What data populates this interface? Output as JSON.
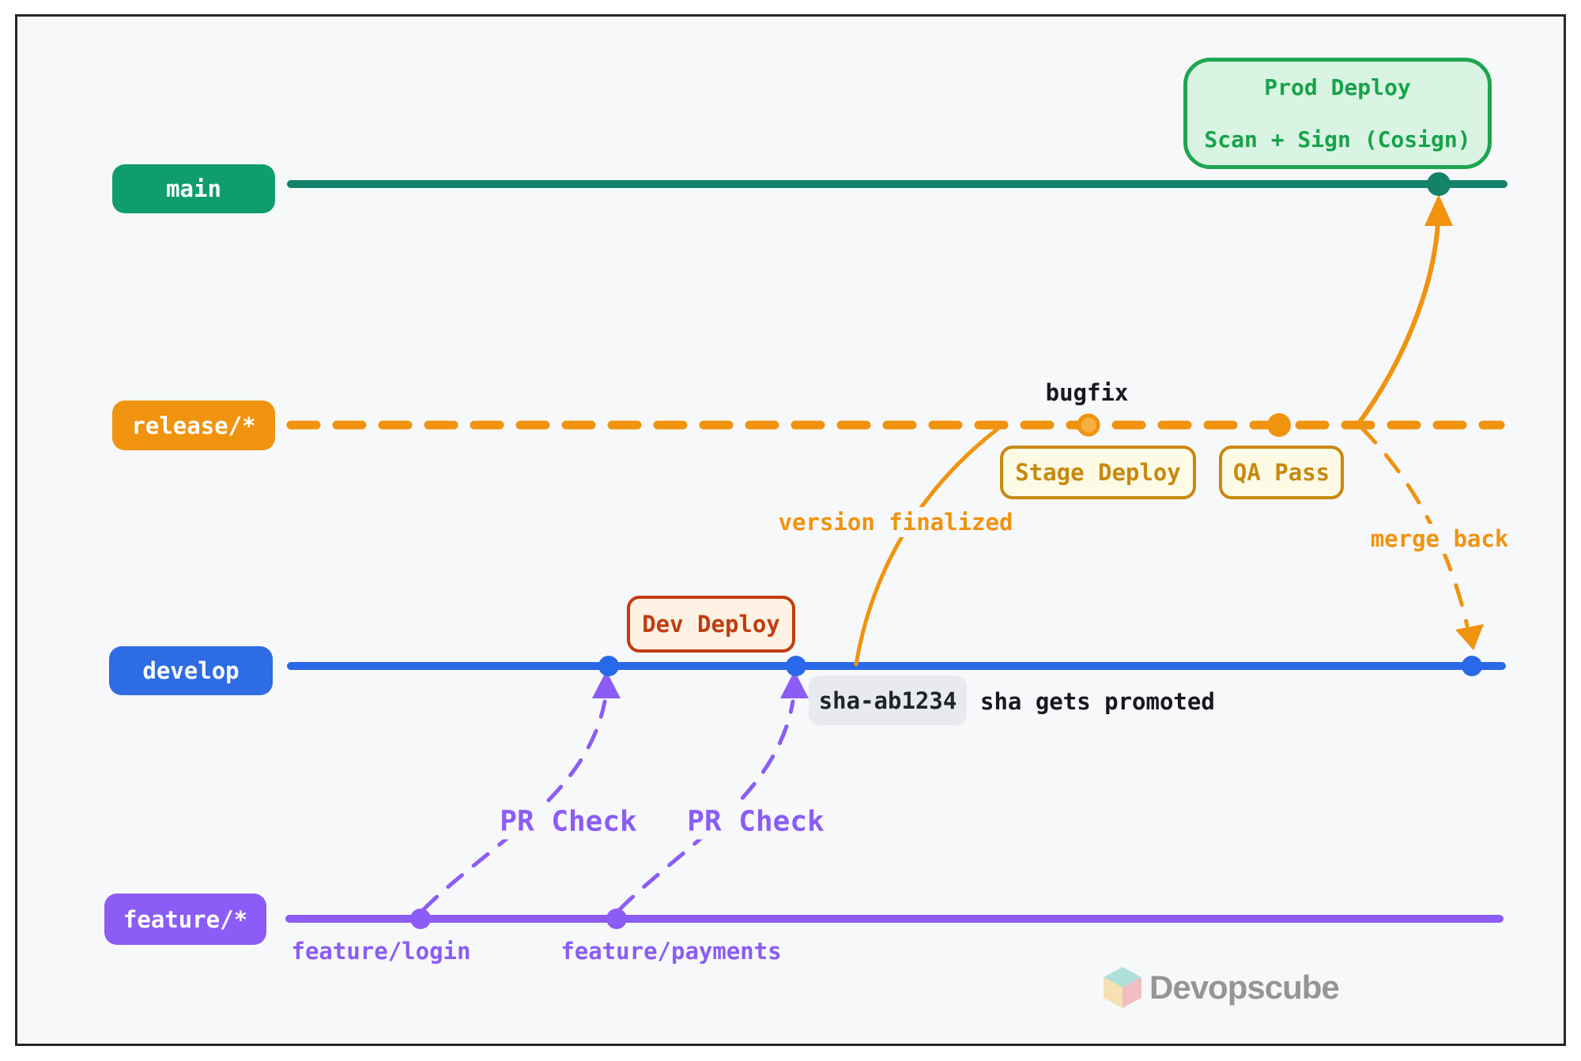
{
  "canvas": {
    "background": "#f7f8fa",
    "frame_border": "#26262b"
  },
  "branches": [
    {
      "label": "main",
      "pill_color": "#0f9d70",
      "line_color": "#12836a",
      "line_style": "solid"
    },
    {
      "label": "release/*",
      "pill_color": "#f0930f",
      "line_color": "#f0930f",
      "line_style": "dashed"
    },
    {
      "label": "develop",
      "pill_color": "#2e6ce3",
      "line_color": "#2968e8",
      "line_style": "solid"
    },
    {
      "label": "feature/*",
      "pill_color": "#8b5cf6",
      "line_color": "#8b5cf6",
      "line_style": "solid"
    }
  ],
  "badges": {
    "prod_deploy_line1": "Prod Deploy",
    "prod_deploy_line2": "Scan + Sign (Cosign)",
    "stage_deploy": "Stage Deploy",
    "qa_pass": "QA Pass",
    "dev_deploy": "Dev Deploy",
    "sha_chip": "sha-ab1234"
  },
  "notes": {
    "bugfix": "bugfix",
    "sha_promoted": "sha gets promoted",
    "version_finalized": "version finalized",
    "merge_back": "merge back",
    "pr_check_left": "PR Check",
    "pr_check_right": "PR Check",
    "feature_login": "feature/login",
    "feature_payments": "feature/payments"
  },
  "watermark": {
    "brand": "Devopscube"
  },
  "colors": {
    "prod_box_bg": "#d9f4e2",
    "prod_box_border": "#1ea64e",
    "prod_box_text": "#17a34a",
    "stage_qa_border": "#c8890f",
    "stage_qa_bg": "#fdfbe6",
    "dev_deploy_border": "#c23c0e",
    "dev_deploy_bg": "#fdf2e3",
    "sha_chip_bg": "#e8eaee",
    "dark_text": "#17171f",
    "orange": "#f0930f",
    "purple": "#8b5cf6",
    "blue": "#2968e8",
    "green_line": "#12836a"
  }
}
